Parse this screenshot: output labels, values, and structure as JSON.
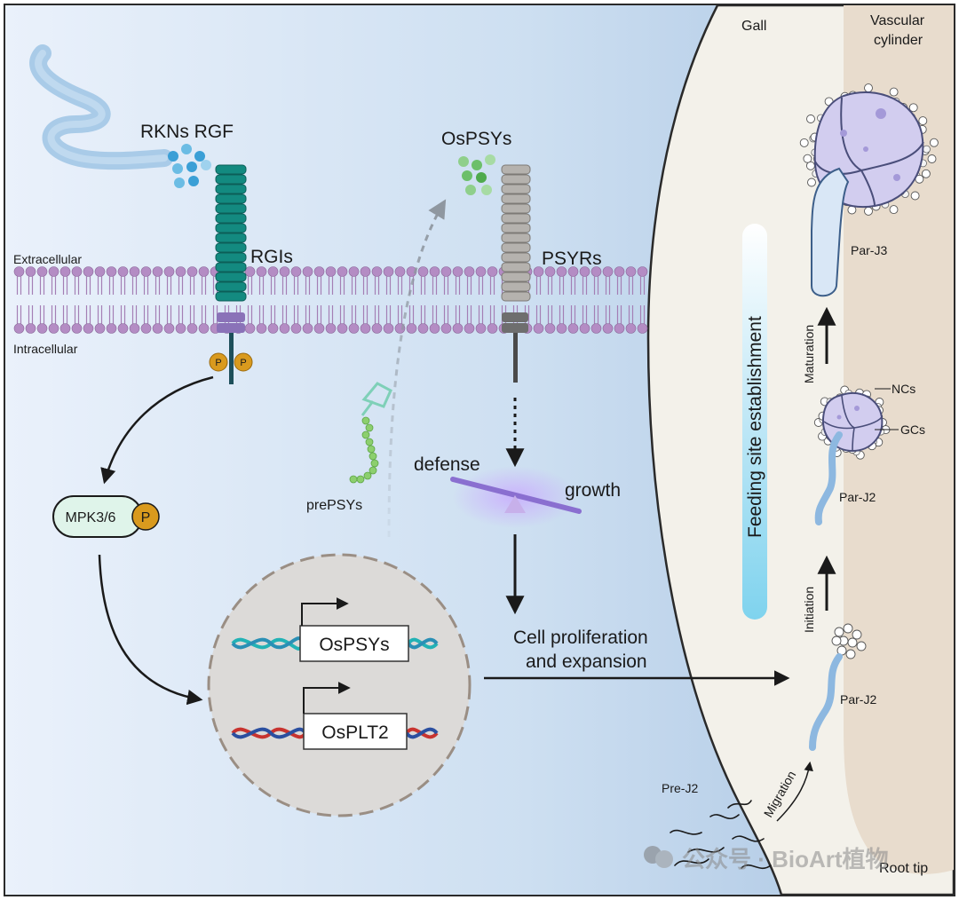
{
  "labels": {
    "rkns_rgf": "RKNs RGF",
    "rgis": "RGIs",
    "extracellular": "Extracellular",
    "intracellular": "Intracellular",
    "phospho": "P",
    "ospsys_peptide": "OsPSYs",
    "psyrs": "PSYRs",
    "prepsys": "prePSYs",
    "mpk": "MPK3/6",
    "defense": "defense",
    "growth": "growth",
    "cell_prolif_1": "Cell proliferation",
    "cell_prolif_2": "and expansion",
    "gene_ospsys": "OsPSYs",
    "gene_osplt2": "OsPLT2",
    "gall": "Gall",
    "vascular_1": "Vascular",
    "vascular_2": "cylinder",
    "feeding_site": "Feeding site establishment",
    "maturation": "Maturation",
    "initiation": "Initiation",
    "migration": "Migration",
    "par_j3": "Par-J3",
    "par_j2_top": "Par-J2",
    "par_j2_bottom": "Par-J2",
    "ncs": "NCs",
    "gcs": "GCs",
    "pre_j2": "Pre-J2",
    "root_tip": "Root tip",
    "watermark": "公众号 · BioArt植物"
  },
  "colors": {
    "membrane": "#b48cc4",
    "rgi_receptor": "#138a80",
    "psyr_receptor": "#b5b2ae",
    "phospho": "#d99a1e",
    "balance_bar": "#8a6fd0",
    "rgf_peptides": "#3b9fd6",
    "psy_peptides": "#6cbf6a",
    "dna_teal": "#22b2b5",
    "dna_red": "#c8332f",
    "dna_blue": "#2b4fa0",
    "root_bg": "#f3f1ea",
    "vascular_bg": "#e8dccd",
    "nematode": "#a9cbe8"
  }
}
